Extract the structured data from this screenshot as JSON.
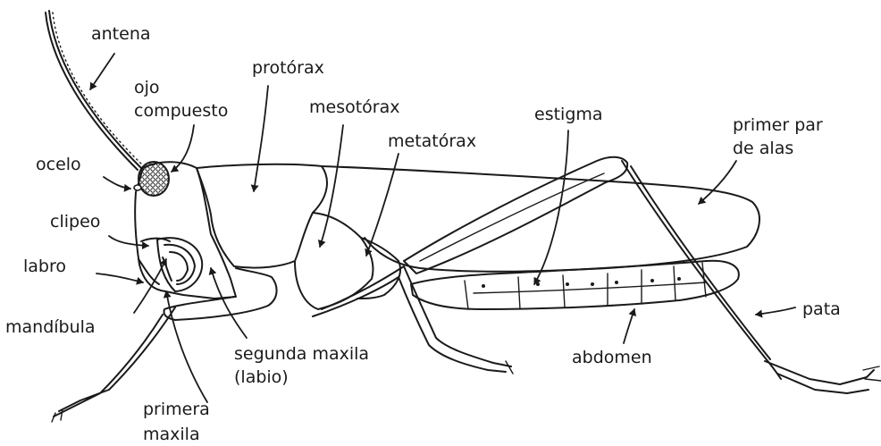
{
  "labels": {
    "antena": "antena",
    "ojo_line1": "ojo",
    "ojo_line2": "compuesto",
    "ocelo": "ocelo",
    "clipeo": "clipeo",
    "labro": "labro",
    "mandibula": "mandíbula",
    "primera_line1": "primera",
    "primera_line2": "maxila",
    "segunda_line1": "segunda maxila",
    "segunda_line2": "(labio)",
    "protorax": "protórax",
    "mesotorax": "mesotórax",
    "metatorax": "metatórax",
    "estigma": "estigma",
    "alas_line1": "primer par",
    "alas_line2": "de alas",
    "pata": "pata",
    "abdomen": "abdomen"
  },
  "colors": {
    "ink": "#1a1a1a",
    "background": "#ffffff"
  }
}
